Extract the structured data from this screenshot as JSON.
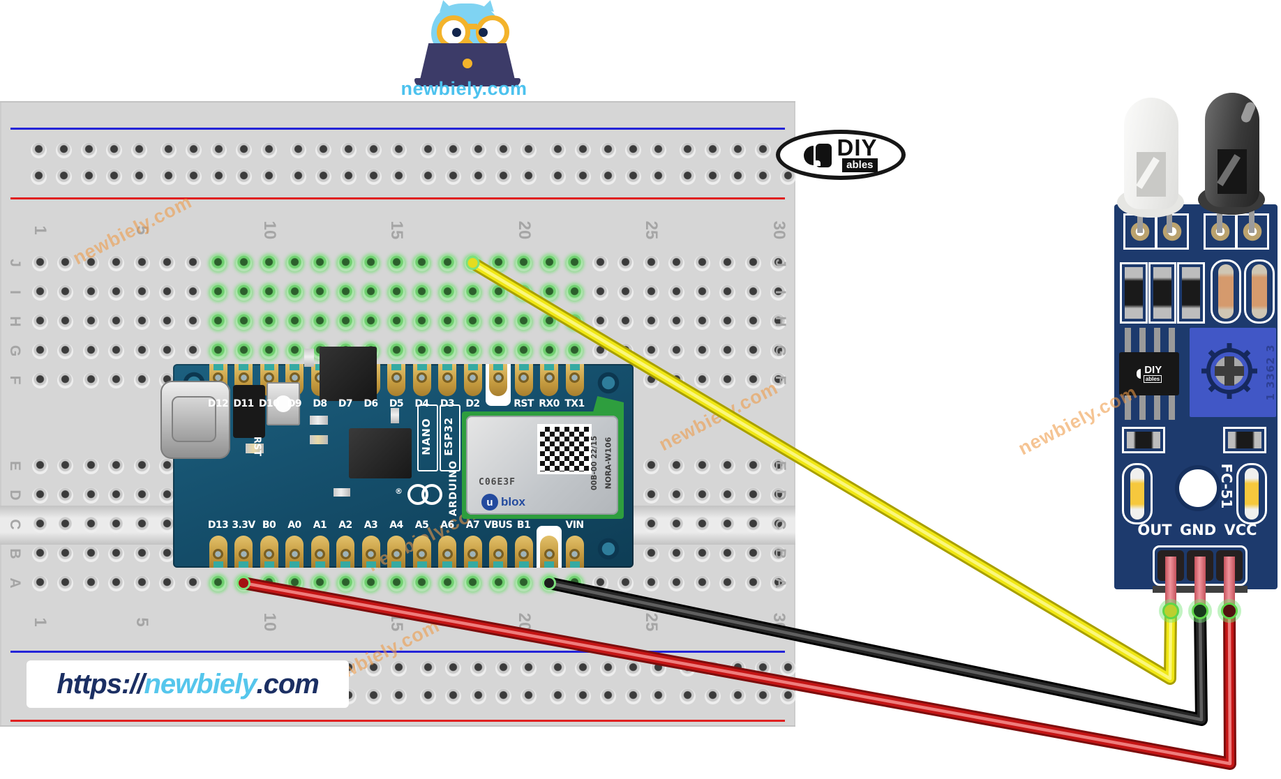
{
  "site": {
    "logo_caption": "newbiely.com",
    "url": {
      "prefix": "https://",
      "brand": "newbiely",
      "suffix": ".com"
    }
  },
  "watermark_text": "newbiely.com",
  "diyables_badge": {
    "title": "DIY",
    "subtitle": "ables"
  },
  "breadboard": {
    "column_labels": [
      "1",
      "5",
      "10",
      "15",
      "20",
      "25",
      "30"
    ],
    "row_labels_top": [
      "J",
      "I",
      "H",
      "G",
      "F"
    ],
    "row_labels_bottom": [
      "E",
      "D",
      "C",
      "B",
      "A"
    ],
    "colors": {
      "rail_blue": "#2424d8",
      "rail_red": "#e02020",
      "highlight_green": "#7fd87f"
    }
  },
  "arduino": {
    "top_pins": [
      "D12",
      "D11",
      "D10",
      "D9",
      "D8",
      "D7",
      "D6",
      "D5",
      "D4",
      "D3",
      "D2",
      "",
      "RST",
      "RX0",
      "TX1"
    ],
    "bottom_pins": [
      "D13",
      "3.3V",
      "B0",
      "A0",
      "A1",
      "A2",
      "A3",
      "A4",
      "A5",
      "A6",
      "A7",
      "VBUS",
      "B1",
      "",
      "VIN"
    ],
    "silkscreen": {
      "nano": "NANO",
      "esp32": "ESP32",
      "brand": "ARDUINO",
      "registered": "®",
      "reset": "RST"
    },
    "radio_module": {
      "code": "C06E3F",
      "lot": "00B-00 22/15",
      "model": "NORA-W106",
      "logo_u": "u",
      "logo_rest": "blox"
    },
    "colors": {
      "pcb": "#13506d",
      "pin_gold": "#c49a3f"
    }
  },
  "sensor": {
    "model": "FC-51",
    "pot_marking": "1 3362 3",
    "pin_labels": "OUT GND VCC",
    "chip_badge": {
      "title": "DIY",
      "subtitle": "ables"
    },
    "colors": {
      "pcb": "#1d3a6d",
      "pot_blue": "#4157c6"
    }
  },
  "wires": [
    {
      "name": "signal",
      "from": "D2",
      "to": "OUT",
      "colors": {
        "outline": "#a89f00",
        "core": "#f0e714",
        "sheen": "#fbf77d",
        "tip": "#bccf2e",
        "cap": "#e4dc20"
      }
    },
    {
      "name": "ground",
      "from": "GND",
      "to": "GND",
      "colors": {
        "outline": "#000000",
        "core": "#262626",
        "sheen": "#5f5f5f",
        "tip": "#17381b",
        "cap": "#1d1d1d"
      }
    },
    {
      "name": "power",
      "from": "3.3V",
      "to": "VCC",
      "colors": {
        "outline": "#7c0d0d",
        "core": "#c51515",
        "sheen": "#ee7d7d",
        "tip": "#521110",
        "cap": "#a31111"
      }
    }
  ]
}
